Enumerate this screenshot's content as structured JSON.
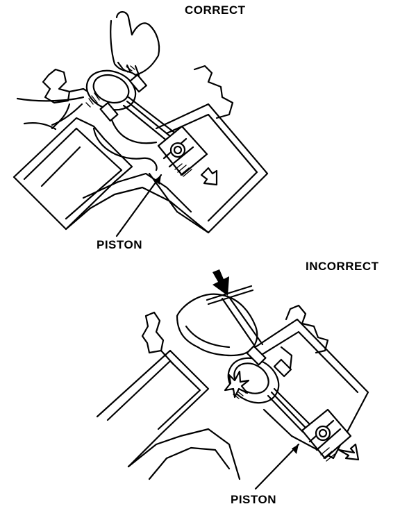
{
  "figure": {
    "correct_label": "CORRECT",
    "incorrect_label": "INCORRECT",
    "piston_label_top": "PISTON",
    "piston_label_bottom": "PISTON"
  },
  "colors": {
    "ink": "#000000",
    "paper": "#ffffff"
  },
  "icons": [
    "hand-icon",
    "hammer-icon",
    "impact-star-icon",
    "direction-arrow-icon"
  ]
}
